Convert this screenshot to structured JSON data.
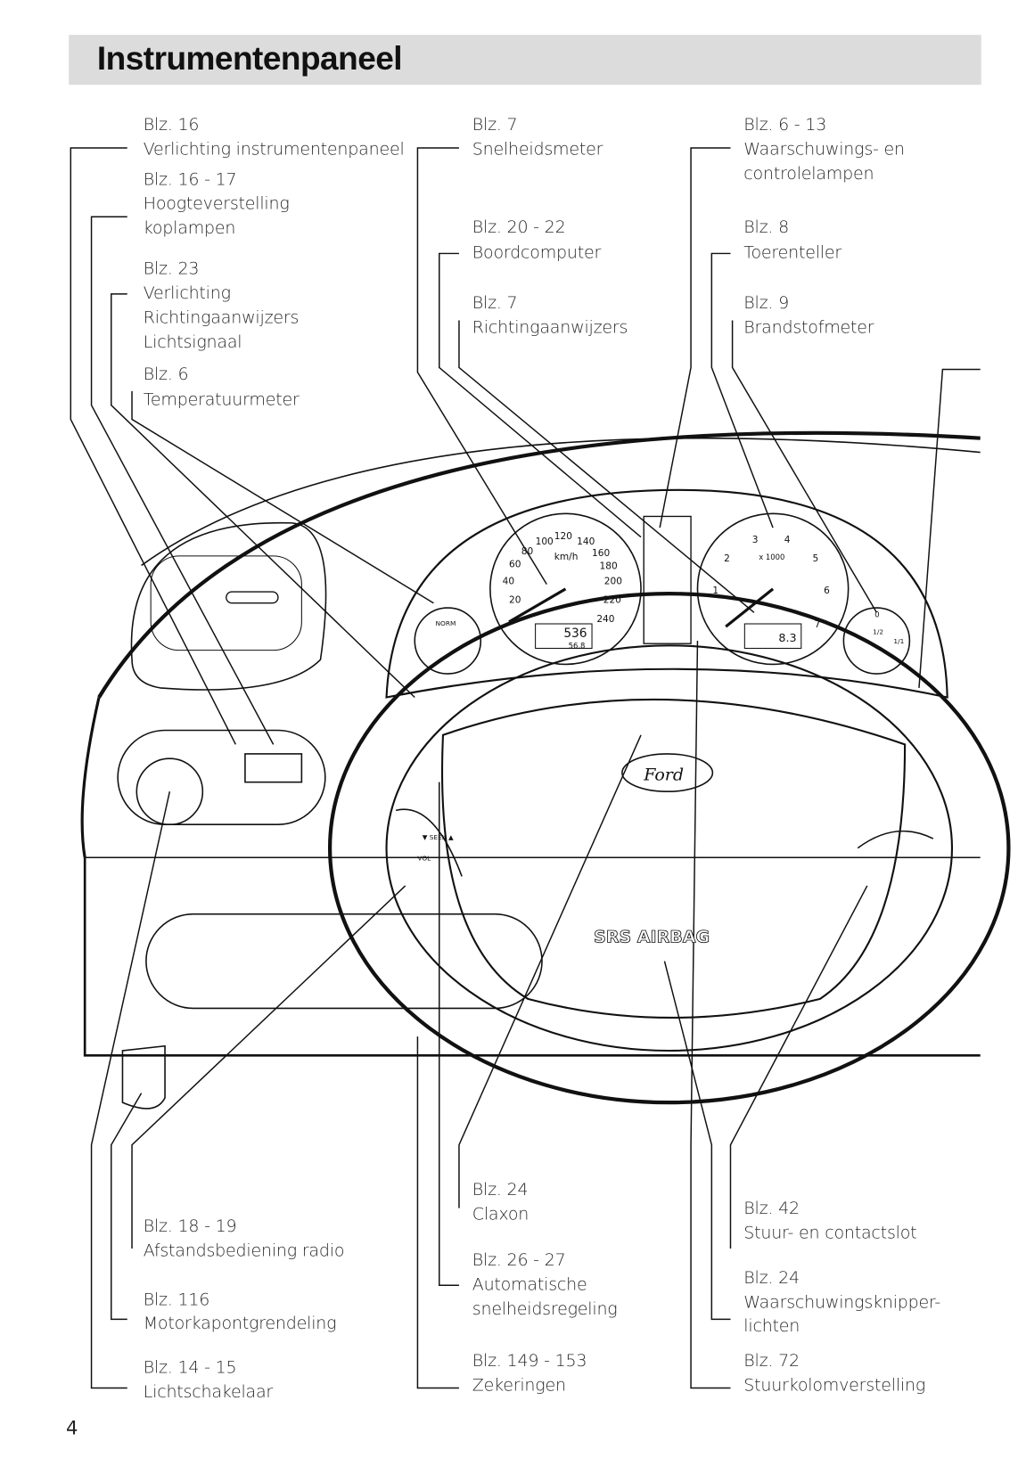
{
  "header": {
    "title": "Instrumentenpaneel"
  },
  "callouts_top": [
    {
      "page": "Blz. 16",
      "lines": [
        "Verlichting instrumentenpaneel"
      ]
    },
    {
      "page": "Blz. 16 - 17",
      "lines": [
        "Hoogteverstelling",
        "koplampen"
      ]
    },
    {
      "page": "Blz. 23",
      "lines": [
        "Verlichting",
        "Richtingaanwijzers",
        "Lichtsignaal"
      ]
    },
    {
      "page": "Blz. 6",
      "lines": [
        "Temperatuurmeter"
      ]
    },
    {
      "page": "Blz. 7",
      "lines": [
        "Snelheidsmeter"
      ]
    },
    {
      "page": "Blz. 20 - 22",
      "lines": [
        "Boordcomputer"
      ]
    },
    {
      "page": "Blz. 7",
      "lines": [
        "Richtingaanwijzers"
      ]
    },
    {
      "page": "Blz. 6 - 13",
      "lines": [
        "Waarschuwings- en",
        "controlelampen"
      ]
    },
    {
      "page": "Blz. 8",
      "lines": [
        "Toerenteller"
      ]
    },
    {
      "page": "Blz. 9",
      "lines": [
        "Brandstofmeter"
      ]
    }
  ],
  "callouts_bottom": [
    {
      "page": "Blz. 18 - 19",
      "lines": [
        "Afstandsbediening radio"
      ]
    },
    {
      "page": "Blz. 116",
      "lines": [
        "Motorkapontgrendeling"
      ]
    },
    {
      "page": "Blz. 14 - 15",
      "lines": [
        "Lichtschakelaar"
      ]
    },
    {
      "page": "Blz. 24",
      "lines": [
        "Claxon"
      ]
    },
    {
      "page": "Blz. 26 - 27",
      "lines": [
        "Automatische",
        "snelheidsregeling"
      ]
    },
    {
      "page": "Blz. 149 - 153",
      "lines": [
        "Zekeringen"
      ]
    },
    {
      "page": "Blz. 42",
      "lines": [
        "Stuur- en contactslot"
      ]
    },
    {
      "page": "Blz. 24",
      "lines": [
        "Waarschuwingsknipper-",
        "lichten"
      ]
    },
    {
      "page": "Blz. 72",
      "lines": [
        "Stuurkolomverstelling"
      ]
    }
  ],
  "illustration": {
    "speedo_unit": "km/h",
    "speedo_ticks": [
      "20",
      "40",
      "60",
      "80",
      "100",
      "120",
      "140",
      "160",
      "180",
      "200",
      "220",
      "240"
    ],
    "odometer": "536",
    "trip": "56.8",
    "tacho_unit": "x 1000",
    "tacho_ticks": [
      "1",
      "2",
      "3",
      "4",
      "5",
      "6",
      "7"
    ],
    "computer_value": "8.3",
    "temp_label": "NORM",
    "fuel_labels": [
      "0",
      "1/2",
      "1/1"
    ],
    "radio_labels": [
      "▼ SEEK ▲",
      "VOL"
    ],
    "brand": "Ford",
    "airbag": "SRS AIRBAG"
  },
  "page_number": "4"
}
